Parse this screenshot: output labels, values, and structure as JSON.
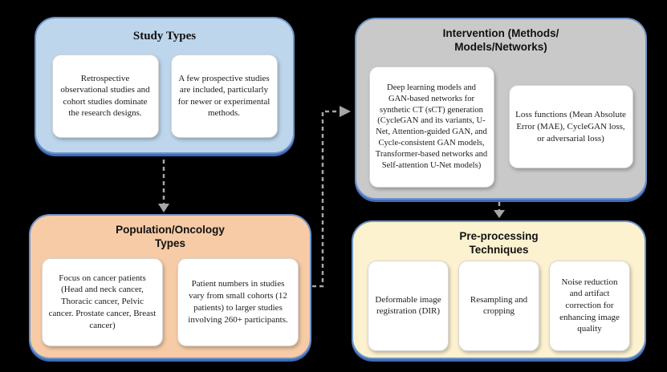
{
  "colors": {
    "background": "#000000",
    "study_fill": "#bdd6ec",
    "intervention_fill": "#c9c9c9",
    "population_fill": "#f6cba6",
    "preprocessing_fill": "#fdf2d0",
    "outline_blue": "#3f6ab8",
    "arrow_gray": "#a6a6a6",
    "card_bg": "#ffffff"
  },
  "boxes": {
    "study_types": {
      "title_lines": [
        "Study Types"
      ],
      "items": [
        "Retrospective observational studies and cohort studies dominate the research designs.",
        "A few prospective studies are included, particularly for newer or experimental methods."
      ]
    },
    "intervention": {
      "title_lines": [
        "Intervention (Methods/",
        "Models/Networks)"
      ],
      "items": [
        "Deep learning models and GAN-based networks for synthetic CT (sCT) generation (CycleGAN and its variants, U-Net, Attention-guided GAN, and Cycle-consistent GAN models, Transformer-based networks and Self-attention U-Net models)",
        "Loss functions (Mean Absolute Error (MAE), CycleGAN loss, or adversarial loss)"
      ]
    },
    "population": {
      "title_lines": [
        "Population/Oncology",
        "Types"
      ],
      "items": [
        "Focus on cancer patients (Head and neck cancer, Thoracic cancer, Pelvic cancer. Prostate cancer, Breast cancer)",
        "Patient numbers in studies vary from small cohorts (12 patients) to larger studies involving 260+ participants."
      ]
    },
    "preprocessing": {
      "title_lines": [
        "Pre-processing",
        "Techniques"
      ],
      "items": [
        "Deformable image registration (DIR)",
        "Resampling and cropping",
        "Noise reduction and artifact correction for enhancing image quality"
      ]
    }
  }
}
